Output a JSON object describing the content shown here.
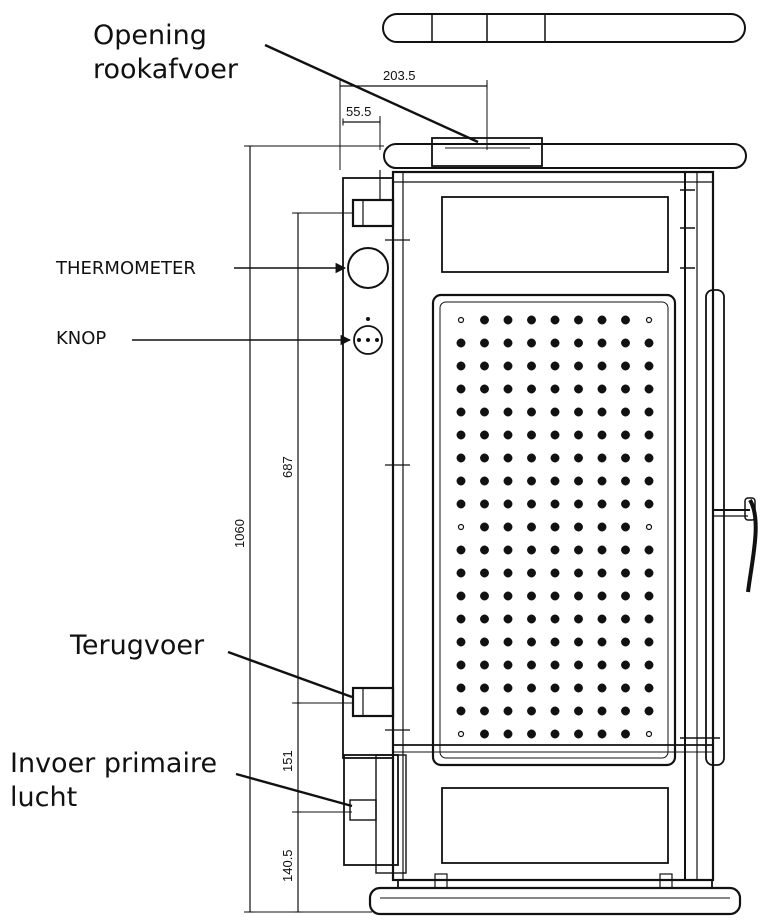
{
  "labels": {
    "flue_opening": [
      "Opening",
      "rookafvoer"
    ],
    "thermometer": "THERMOMETER",
    "knob": "KNOP",
    "return": "Terugvoer",
    "primary_air": [
      "Invoer primaire",
      "lucht"
    ]
  },
  "dimensions": {
    "flue_offset": "203.5",
    "side_offset": "55.5",
    "total_height": "1060",
    "connection_spacing": "687",
    "lower_mid": "151",
    "bottom": "140.5"
  },
  "colors": {
    "ink": "#111111",
    "background": "#ffffff"
  }
}
